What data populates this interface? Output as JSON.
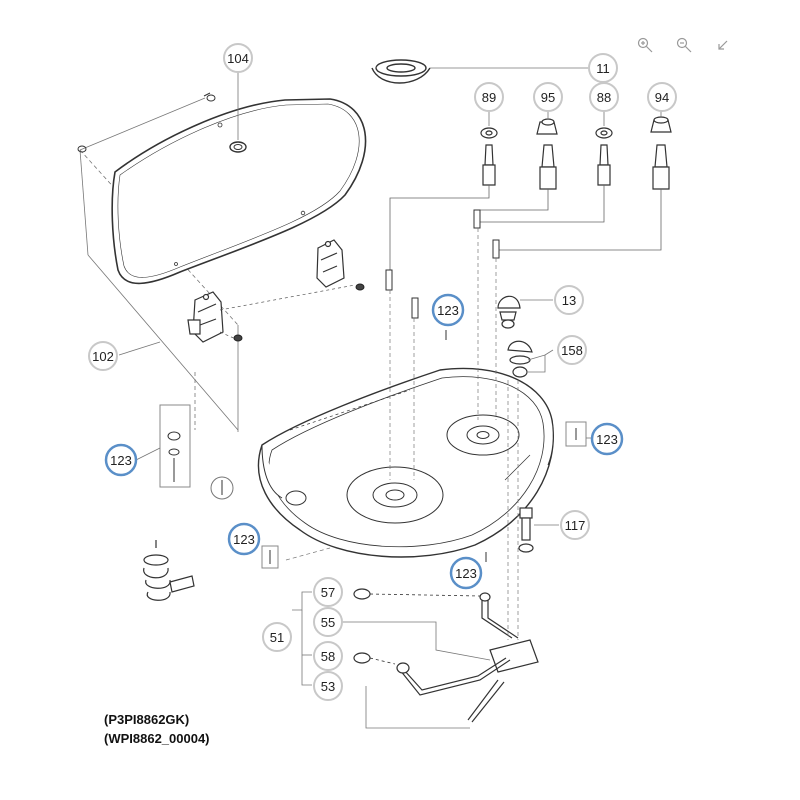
{
  "toolbar": {
    "zoom_in_icon": "zoom-in-icon",
    "zoom_out_icon": "zoom-out-icon",
    "collapse_icon": "collapse-arrow-icon"
  },
  "colors": {
    "line": "#333333",
    "callout_border": "#c8c8c8",
    "highlight_border": "#5a8fc8",
    "leader": "#777777"
  },
  "callouts": {
    "c104": "104",
    "c11": "11",
    "c89": "89",
    "c95": "95",
    "c88": "88",
    "c94": "94",
    "c13": "13",
    "c123a": "123",
    "c158": "158",
    "c102": "102",
    "c123b": "123",
    "c123c": "123",
    "c117": "117",
    "c123d": "123",
    "c123e": "123",
    "c57": "57",
    "c55": "55",
    "c51": "51",
    "c58": "58",
    "c53": "53"
  },
  "part_code": "(P3PI8862GK)",
  "drawing_code": "(WPI8862_00004)"
}
